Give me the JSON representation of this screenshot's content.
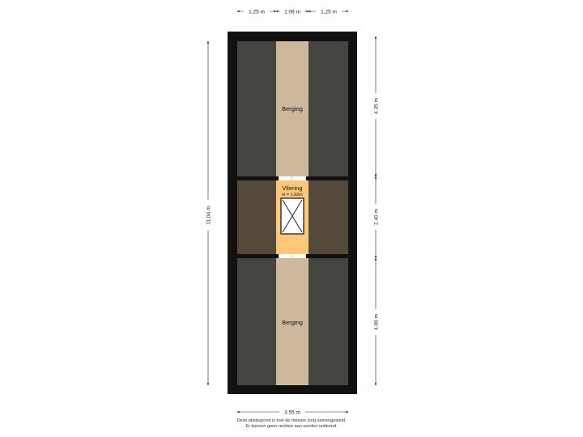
{
  "dimensions": {
    "top_left": "1.25 m",
    "top_middle": "1.06 m",
    "top_right": "1.25 m",
    "left_total": "11.04 m",
    "right_top": "4.35 m",
    "right_middle": "2.40 m",
    "right_bottom": "4.06 m",
    "bottom_total": "3.55 m"
  },
  "rooms": {
    "top": {
      "name": "Berging"
    },
    "middle": {
      "name": "Vliering",
      "height": "H = 1.92m"
    },
    "bottom": {
      "name": "Berging"
    }
  },
  "disclaimer": {
    "line1": "Deze plattegrond is met de meeste zorg samengesteld.",
    "line2": "Er kunnen geen rechten aan worden ontleend."
  },
  "colors": {
    "wall": "#111111",
    "low_ceiling_storage": "#444440",
    "low_ceiling_attic": "#54493a",
    "walkable_floor": "#cdb89b",
    "attic_floor": "#fdc77b"
  }
}
